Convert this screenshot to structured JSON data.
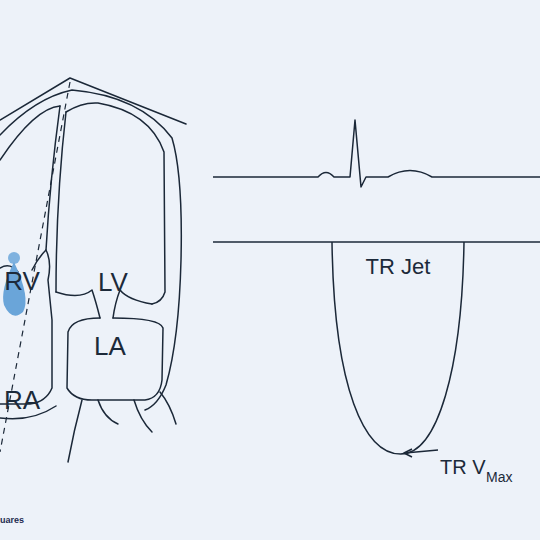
{
  "diagram": {
    "nodes": [
      {
        "text": [
          "RV"
        ]
      },
      {
        "text": [
          "LV"
        ]
      },
      {
        "text": [
          "RA"
        ]
      },
      {
        "text": [
          "LA"
        ]
      },
      {
        "text": [
          "TR Jet"
        ]
      }
    ],
    "labels": [
      "TR V",
      "Max",
      "uares"
    ]
  }
}
